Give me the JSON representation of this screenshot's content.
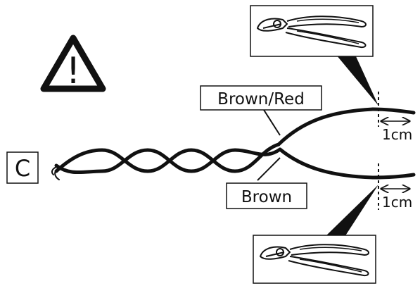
{
  "diagram": {
    "section_label": "C",
    "warning_symbol": "!",
    "icons": {
      "warning": "warning-triangle-icon",
      "tool_top": "wire-cutter-icon",
      "tool_bottom": "wire-cutter-icon"
    },
    "wires": {
      "upper_label": "Brown/Red",
      "lower_label": "Brown"
    },
    "measurements": {
      "upper_cut": "1cm",
      "lower_cut": "1cm"
    }
  }
}
